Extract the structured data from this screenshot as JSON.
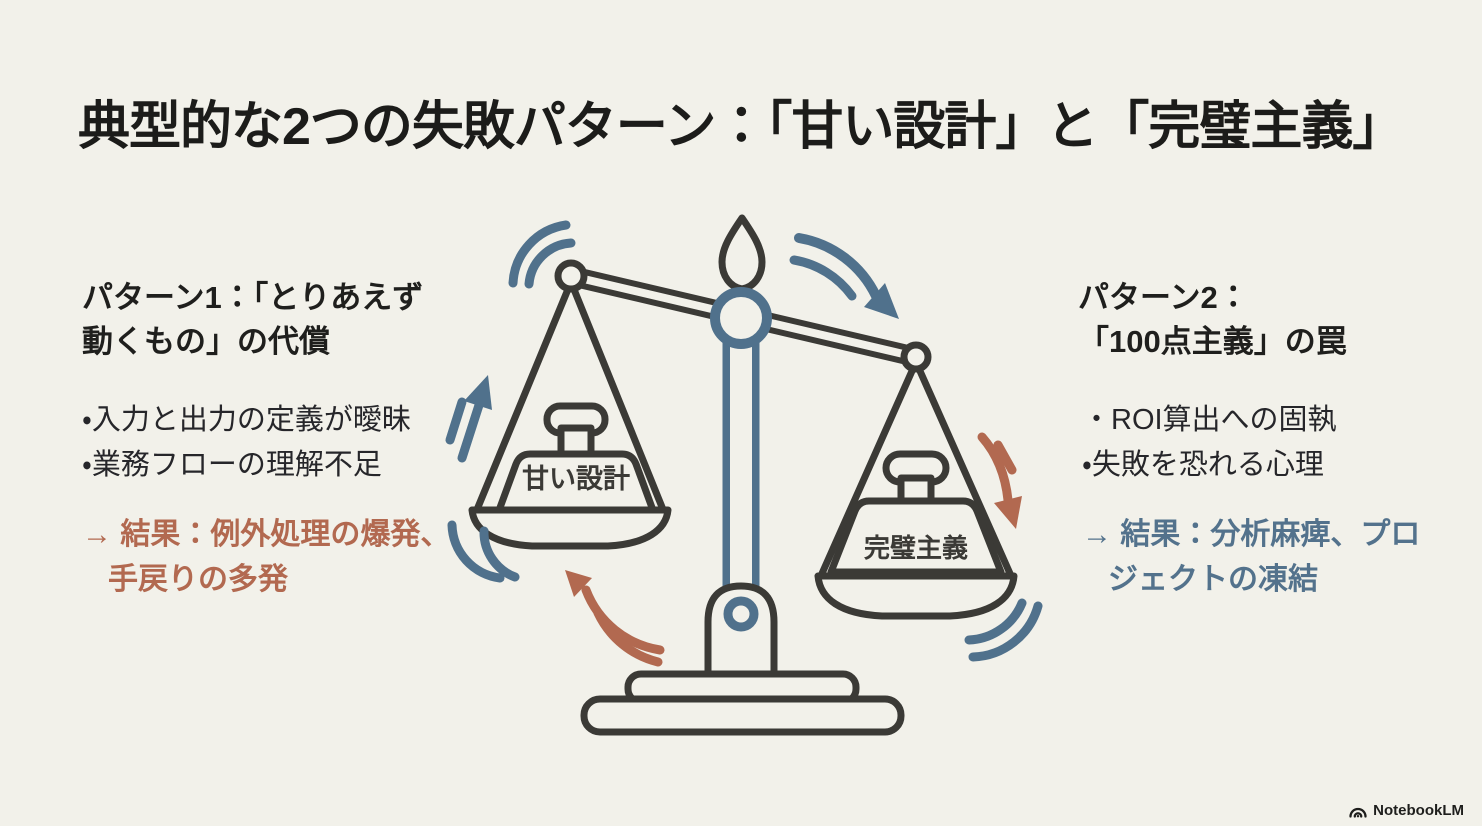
{
  "title": "典型的な2つの失敗パターン：「甘い設計」と「完璧主義」",
  "colors": {
    "background": "#f2f1ea",
    "ink_dark": "#3b3a36",
    "accent_blue": "#50718c",
    "accent_red": "#b26950"
  },
  "left_panel": {
    "heading_line1": "パターン1：「とりあえず",
    "heading_line2": "動くもの」の代償",
    "bullets": [
      "・入力と出力の定義が曖昧",
      "・業務フローの理解不足"
    ],
    "result_line1": "→ 結果：例外処理の爆発、",
    "result_line2": "手戻りの多発"
  },
  "right_panel": {
    "heading_line1": "パターン2：",
    "heading_line2": "「100点主義」の罠",
    "bullets": [
      "・ROI算出への固執",
      "・失敗を恐れる心理"
    ],
    "result_line1": "→ 結果：分析麻痺、プロ",
    "result_line2": "ジェクトの凍結"
  },
  "scale": {
    "left_weight_label": "甘い設計",
    "right_weight_label": "完璧主義"
  },
  "footer": {
    "brand": "NotebookLM"
  }
}
